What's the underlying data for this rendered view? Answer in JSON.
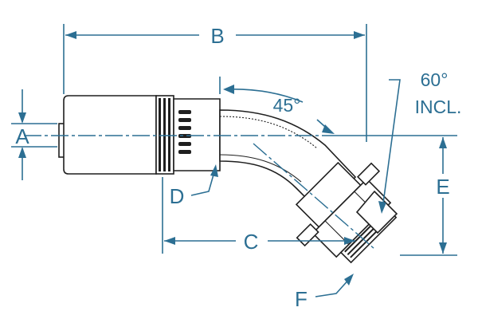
{
  "labels": {
    "a": "A",
    "b": "B",
    "c": "C",
    "d": "D",
    "e": "E",
    "f": "F",
    "angle": "45°",
    "cone_angle_line1": "60°",
    "cone_angle_line2": "INCL."
  },
  "colors": {
    "dimension": "#2c6f93",
    "outline": "#1f1f1f"
  }
}
